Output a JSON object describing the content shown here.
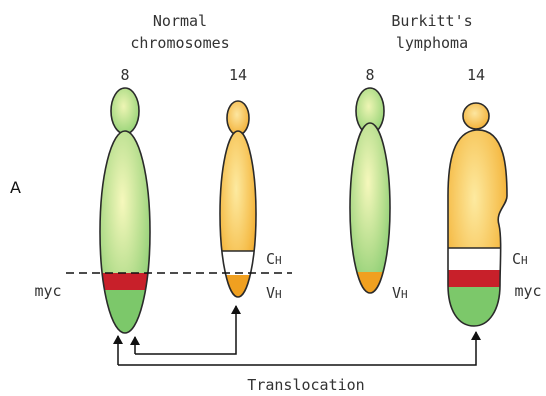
{
  "panel_label": "A",
  "titles": {
    "normal_line1": "Normal",
    "normal_line2": "chromosomes",
    "burkitt_line1": "Burkitt's",
    "burkitt_line2": "lymphoma"
  },
  "chromosome_numbers": {
    "normal_8": "8",
    "normal_14": "14",
    "burkitt_8": "8",
    "burkitt_14": "14"
  },
  "labels": {
    "myc_normal": "myc",
    "myc_burkitt": "myc",
    "ch_normal_main": "C",
    "ch_normal_sub": "H",
    "vh_normal_main": "V",
    "vh_normal_sub": "H",
    "vh_burkitt_main": "V",
    "vh_burkitt_sub": "H",
    "ch_burkitt_main": "C",
    "ch_burkitt_sub": "H",
    "translocation": "Translocation"
  },
  "colors": {
    "chr8_green": "#7cc86a",
    "chr8_highlight": "#f4f7b8",
    "chr14_orange": "#f0a020",
    "chr14_highlight": "#fce9a0",
    "myc_red": "#c8202a",
    "ch_white": "#ffffff"
  }
}
